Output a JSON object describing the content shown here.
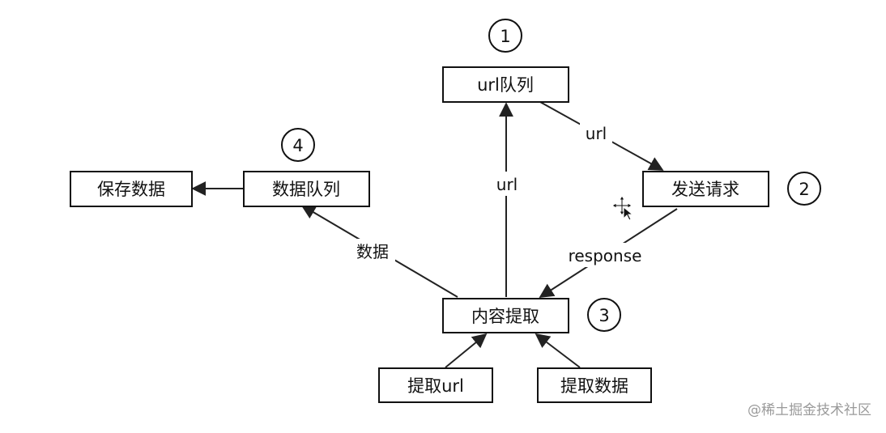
{
  "diagram": {
    "nodes": {
      "url_queue": "url队列",
      "send_request": "发送请求",
      "content_extract": "内容提取",
      "data_queue": "数据队列",
      "save_data": "保存数据",
      "extract_url": "提取url",
      "extract_data": "提取数据"
    },
    "edge_labels": {
      "url_to_request": "url",
      "extract_to_queue": "url",
      "response": "response",
      "data": "数据"
    },
    "steps": {
      "step1": "1",
      "step2": "2",
      "step3": "3",
      "step4": "4"
    }
  },
  "watermark": "@稀土掘金技术社区"
}
